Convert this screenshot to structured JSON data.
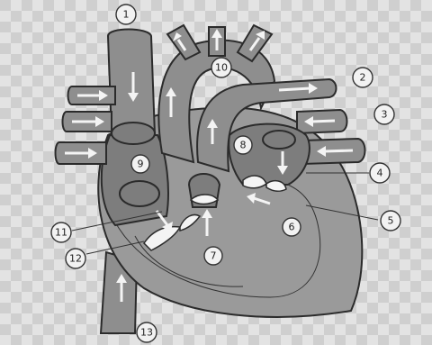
{
  "diagram": {
    "labels": [
      "1",
      "2",
      "3",
      "4",
      "5",
      "6",
      "7",
      "8",
      "9",
      "10",
      "11",
      "12",
      "13"
    ]
  },
  "colors": {
    "background": "#d8d8d8",
    "heart_fill": "#9a9a9a",
    "vessel_fill": "#8e8e8e",
    "outline": "#2b2b2b",
    "arrow": "#f4f4f4"
  }
}
